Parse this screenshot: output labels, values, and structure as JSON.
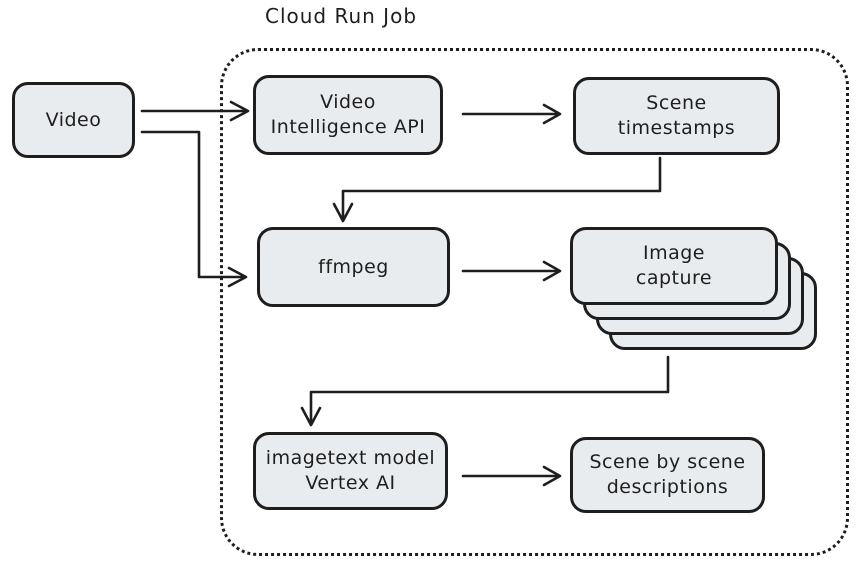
{
  "diagram": {
    "type": "flowchart",
    "container_label": "Cloud Run Job",
    "colors": {
      "background": "#ffffff",
      "node_fill": "#e9ecef",
      "stroke": "#1e1e1e"
    },
    "nodes": {
      "video": {
        "label": "Video"
      },
      "video_intelligence": {
        "label": "Video\nIntelligence API"
      },
      "scene_timestamps": {
        "label": "Scene\ntimestamps"
      },
      "ffmpeg": {
        "label": "ffmpeg"
      },
      "image_capture": {
        "label": "Image\ncapture",
        "stack_count": 4
      },
      "imagetext": {
        "label": "imagetext model\nVertex AI"
      },
      "scene_descriptions": {
        "label": "Scene by scene\ndescriptions"
      }
    },
    "edges": [
      {
        "from": "Video",
        "to": "Video Intelligence API"
      },
      {
        "from": "Video",
        "to": "ffmpeg"
      },
      {
        "from": "Video Intelligence API",
        "to": "Scene timestamps"
      },
      {
        "from": "Scene timestamps",
        "to": "ffmpeg"
      },
      {
        "from": "ffmpeg",
        "to": "Image capture"
      },
      {
        "from": "Image capture",
        "to": "imagetext model Vertex AI"
      },
      {
        "from": "imagetext model Vertex AI",
        "to": "Scene by scene descriptions"
      }
    ]
  }
}
